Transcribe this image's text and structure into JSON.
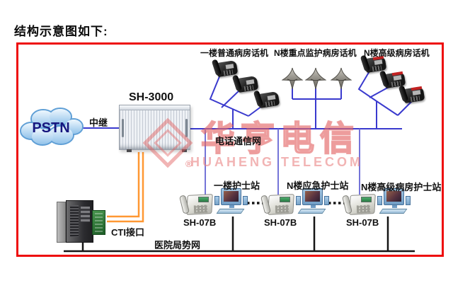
{
  "page": {
    "title": "结构示意图如下:"
  },
  "diagram": {
    "pstn_label": "PSTN",
    "trunk_label": "中继",
    "pbx_label": "SH-3000",
    "phone_network_label": "电话通信网",
    "cti_label": "CTI接口",
    "lan_label": "医院局势网",
    "watermark": {
      "cn": "华亨电信",
      "en": "HUAHENG TELECOM",
      "reg": "®"
    },
    "phone_groups": [
      {
        "label": "一楼普通病房话机",
        "device": "desk-phone",
        "count": 3
      },
      {
        "label": "N楼重点监护病房话机",
        "device": "ceiling-speaker",
        "count": 3
      },
      {
        "label": "N楼高级病房话机",
        "device": "desk-phone",
        "count": 3
      }
    ],
    "nurse_stations": [
      {
        "label": "一楼护士站",
        "phone_model": "SH-07B"
      },
      {
        "label": "N楼应急护士站",
        "phone_model": "SH-07B"
      },
      {
        "label": "N楼高级病房护士站",
        "phone_model": "SH-07B"
      }
    ],
    "colors": {
      "frame": "#ee0c0c",
      "phone_line": "#3a3ace",
      "station_line": "#7474d8",
      "cti_line": "#ff9833",
      "lan_line": "#151515",
      "watermark": "#e05858"
    }
  }
}
